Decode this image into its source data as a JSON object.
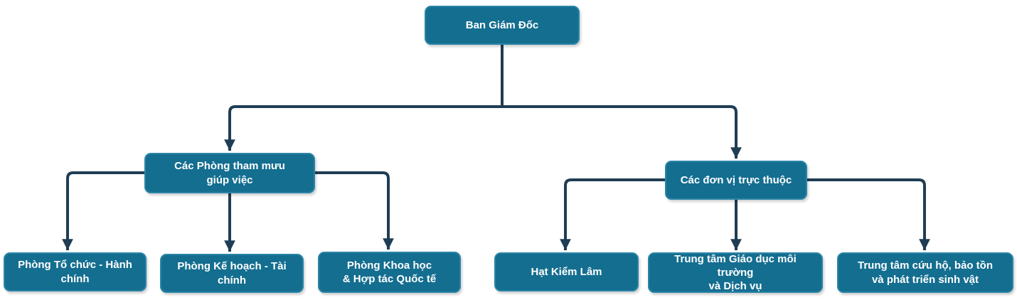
{
  "diagram": {
    "type": "org-chart",
    "language": "vi"
  },
  "nodes": {
    "root": {
      "label": "Ban Giám Đốc"
    },
    "group_left": {
      "label": "Các Phòng tham mưu\ngiúp việc"
    },
    "group_right": {
      "label": "Các đơn vị trực thuộc"
    },
    "dept1": {
      "label": "Phòng Tổ chức - Hành chính"
    },
    "dept2": {
      "label": "Phòng Kế hoạch - Tài chính"
    },
    "dept3": {
      "label": "Phòng Khoa học\n& Hợp tác Quốc tế"
    },
    "unit1": {
      "label": "Hạt Kiểm Lâm"
    },
    "unit2": {
      "label": "Trung tâm Giáo dục môi trường\nvà Dịch vụ"
    },
    "unit3": {
      "label": "Trung tâm cứu hộ, bảo tồn\nvà phát triển sinh vật"
    }
  },
  "edges": [
    {
      "from": "root",
      "to": "group_left"
    },
    {
      "from": "root",
      "to": "group_right"
    },
    {
      "from": "group_left",
      "to": "dept1"
    },
    {
      "from": "group_left",
      "to": "dept2"
    },
    {
      "from": "group_left",
      "to": "dept3"
    },
    {
      "from": "group_right",
      "to": "unit1"
    },
    {
      "from": "group_right",
      "to": "unit2"
    },
    {
      "from": "group_right",
      "to": "unit3"
    }
  ],
  "colors": {
    "node_fill": "#146e90",
    "node_border": "#2b85a7",
    "connector": "#1f3d54",
    "text": "#ffffff",
    "background": "#ffffff"
  }
}
